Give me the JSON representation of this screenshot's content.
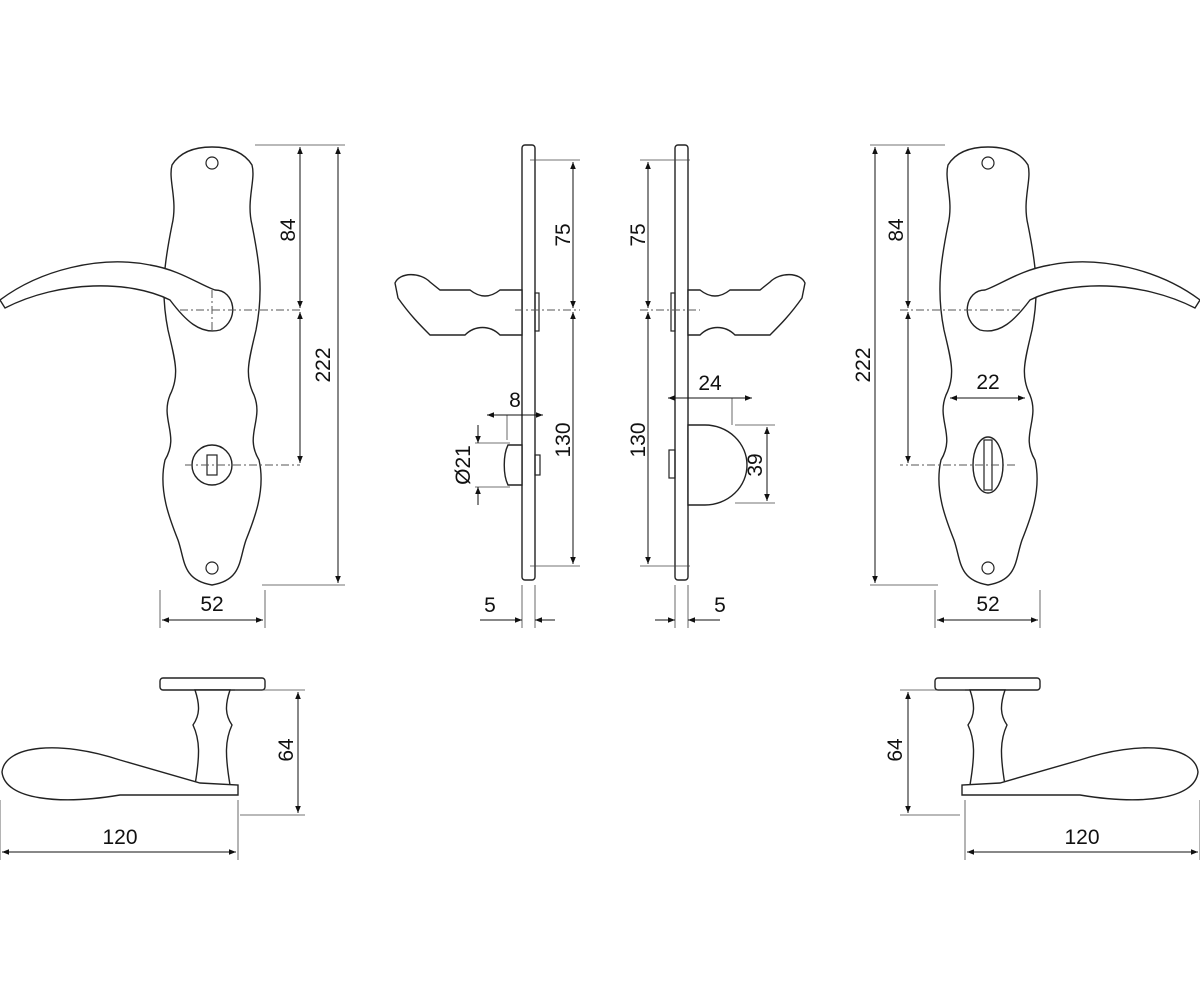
{
  "front_left": {
    "dim_top": "84",
    "dim_total": "222",
    "dim_width": "52"
  },
  "side_left": {
    "dim_top": "75",
    "dim_bottom": "130",
    "dim_knob": "8",
    "dim_diameter": "Ø21",
    "dim_thickness": "5"
  },
  "side_right": {
    "dim_top": "75",
    "dim_bottom": "130",
    "dim_turn": "24",
    "dim_turn_height": "39",
    "dim_thickness": "5"
  },
  "front_right": {
    "dim_top": "84",
    "dim_total": "222",
    "dim_waist": "22",
    "dim_width": "52"
  },
  "top_left": {
    "dim_projection": "64",
    "dim_length": "120"
  },
  "top_right": {
    "dim_projection": "64",
    "dim_length": "120"
  }
}
